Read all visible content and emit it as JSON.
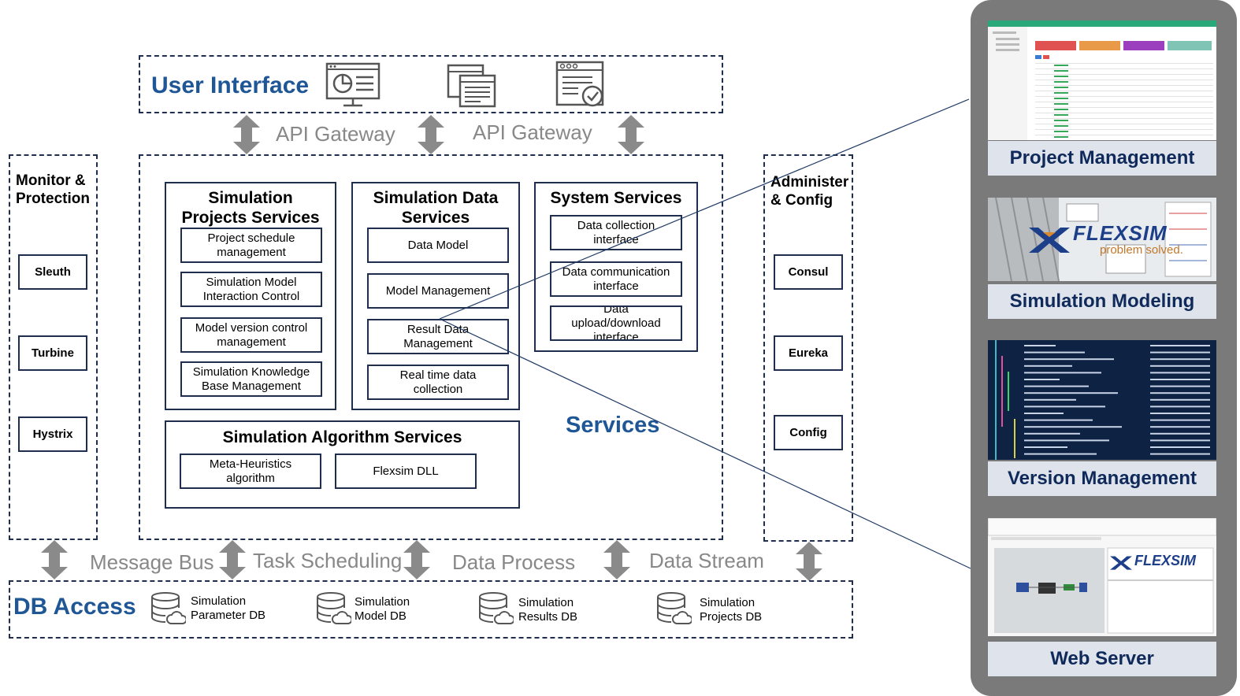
{
  "user_interface": {
    "title": "User Interface"
  },
  "gateways": [
    "API Gateway",
    "API Gateway"
  ],
  "services": {
    "label": "Services",
    "projects": {
      "title": "Simulation\nProjects Services",
      "items": [
        "Project schedule\nmanagement",
        "Simulation Model\nInteraction Control",
        "Model version control\nmanagement",
        "Simulation Knowledge\nBase Management"
      ]
    },
    "data": {
      "title": "Simulation Data\nServices",
      "items": [
        "Data Model",
        "Model Management",
        "Result Data\nManagement",
        "Real time data\ncollection"
      ]
    },
    "system": {
      "title": "System Services",
      "items": [
        "Data collection\ninterface",
        "Data communication\ninterface",
        "Data\nupload/download\ninterface"
      ]
    },
    "algorithm": {
      "title": "Simulation Algorithm Services",
      "items": [
        "Meta-Heuristics\nalgorithm",
        "Flexsim DLL"
      ]
    }
  },
  "monitor": {
    "title": "Monitor &\nProtection",
    "items": [
      "Sleuth",
      "Turbine",
      "Hystrix"
    ]
  },
  "admin": {
    "title": "Administer\n& Config",
    "items": [
      "Consul",
      "Eureka",
      "Config"
    ]
  },
  "bottom_connectors": [
    "Message Bus",
    "Task Scheduling",
    "Data Process",
    "Data Stream"
  ],
  "db": {
    "title": "DB Access",
    "items": [
      "Simulation\nParameter DB",
      "Simulation\nModel DB",
      "Simulation\nResults DB",
      "Simulation\nProjects DB"
    ]
  },
  "panels": [
    "Project Management",
    "Simulation Modeling",
    "Version Management",
    "Web Server"
  ],
  "flexsim_logo": {
    "brand": "FLEXSIM",
    "tagline": "problem solved."
  },
  "colors": {
    "accent_blue": "#1f5796",
    "border_navy": "#1f2d4e",
    "arrow_gray": "#888888",
    "panel_gray": "#7a7a7a",
    "caption_bg": "#dfe4ec",
    "caption_text": "#0f2a5a"
  }
}
